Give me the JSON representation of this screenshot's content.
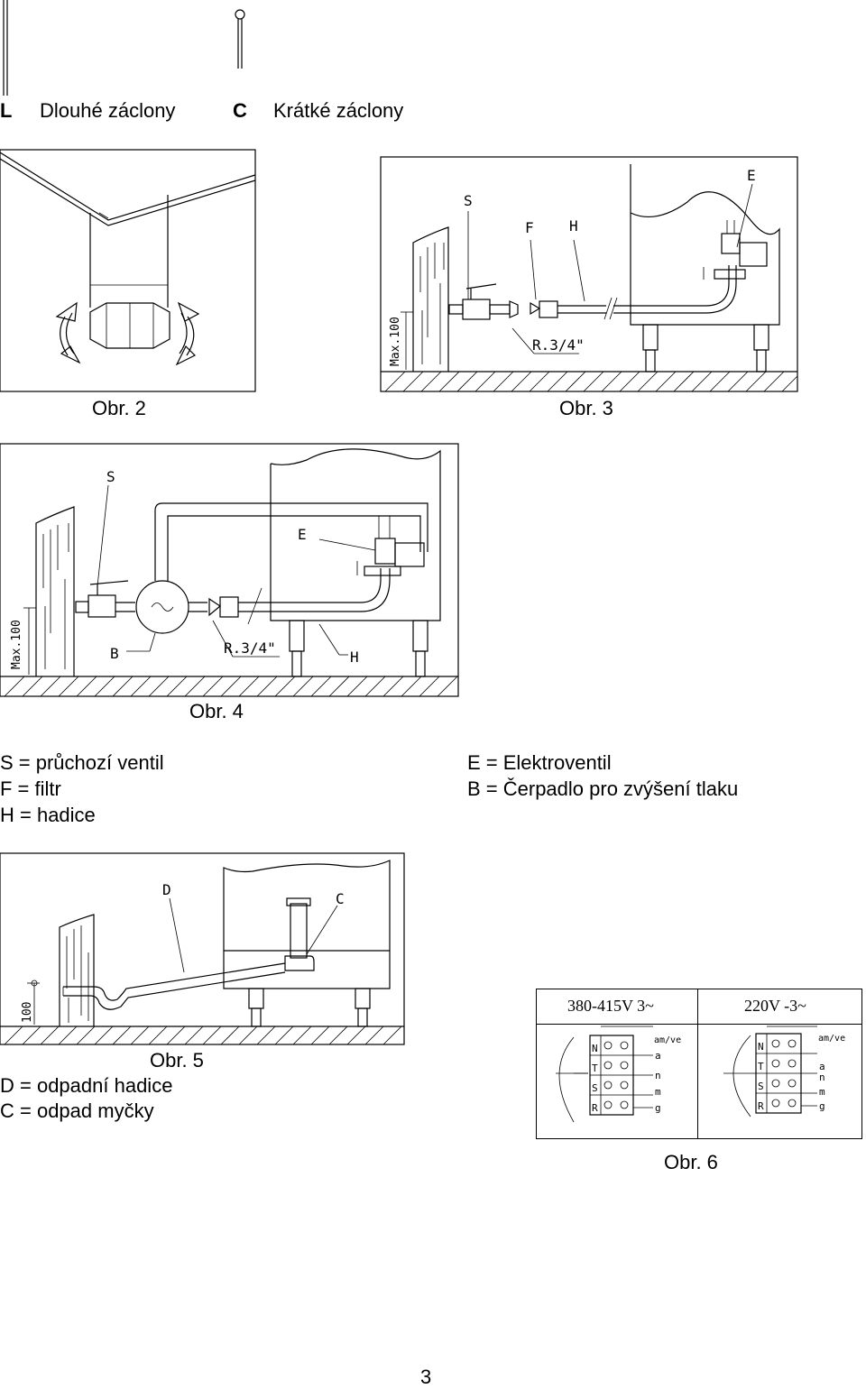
{
  "legend_top": {
    "L_letter": "L",
    "L_text": "Dlouhé záclony",
    "C_letter": "C",
    "C_text": "Krátké záclony"
  },
  "figures": {
    "obr2": "Obr. 2",
    "obr3": "Obr. 3",
    "obr4": "Obr. 4",
    "obr5": "Obr. 5",
    "obr6": "Obr. 6"
  },
  "fig3_labels": {
    "S": "S",
    "F": "F",
    "H": "H",
    "E": "E",
    "thread": "R.3/4\"",
    "max": "Max.100"
  },
  "fig4_labels": {
    "S": "S",
    "E": "E",
    "B": "B",
    "H": "H",
    "thread": "R.3/4\"",
    "max": "Max.100"
  },
  "fig5_labels": {
    "D": "D",
    "C": "C",
    "dim": "100"
  },
  "legend_mid": {
    "S": "S = průchozí ventil",
    "F": "F = filtr",
    "H": "H = hadice",
    "E": "E = Elektroventil",
    "B": "B = Čerpadlo pro zvýšení tlaku"
  },
  "legend_bottom": {
    "D": "D  = odpadní hadice",
    "C": "C   = odpad myčky"
  },
  "wiring": {
    "left_header": "380-415V 3~",
    "right_header": "220V -3~",
    "left_top_label": "am/ve",
    "right_top_label": "am/ve",
    "left_letters": [
      "N",
      "T",
      "S",
      "R"
    ],
    "right_letters": [
      "N",
      "T",
      "S",
      "R"
    ],
    "left_wire_labels": [
      "a",
      "n",
      "m",
      "g"
    ],
    "right_wire_labels": [
      "a",
      "n",
      "m",
      "g"
    ]
  },
  "page_number": "3"
}
